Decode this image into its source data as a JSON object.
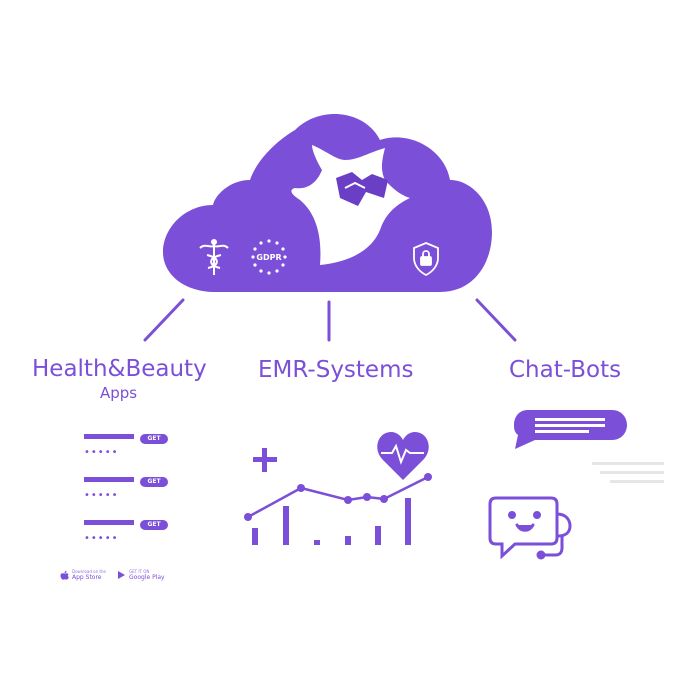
{
  "colors": {
    "accent": "#7b4fd8",
    "text_gray": "#e6e6e6",
    "white": "#ffffff"
  },
  "cloud": {
    "icons": [
      "caduceus-icon",
      "gdpr-badge-icon",
      "mascot-cat-icon",
      "shield-lock-icon"
    ],
    "gdpr_text": "GDPR"
  },
  "categories": [
    {
      "title": "Health&Beauty",
      "subtitle": "Apps"
    },
    {
      "title": "EMR-Systems",
      "subtitle": ""
    },
    {
      "title": "Chat-Bots",
      "subtitle": ""
    }
  ],
  "apps_list": {
    "button_label": "GET",
    "dots": "•••••",
    "row_count_note": "",
    "stores": [
      {
        "small": "Download on the",
        "name": "App Store",
        "icon": "apple-icon"
      },
      {
        "small": "GET IT ON",
        "name": "Google Play",
        "icon": "google-play-icon"
      }
    ]
  },
  "emr": {
    "icons": [
      "plus-icon",
      "heart-pulse-icon",
      "line-chart-icon"
    ]
  },
  "chatbot": {
    "icons": [
      "chat-bubble-icon",
      "robot-face-icon"
    ]
  }
}
